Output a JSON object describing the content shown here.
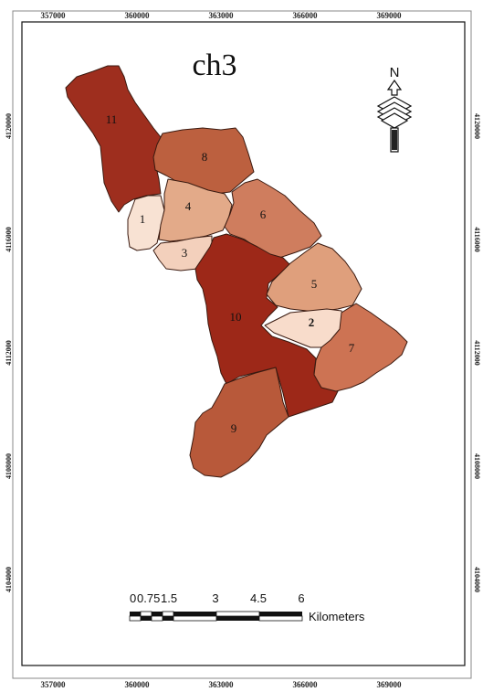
{
  "map": {
    "title": "ch3",
    "x_ticks": [
      "357000",
      "360000",
      "363000",
      "366000",
      "369000"
    ],
    "y_ticks": [
      "4120000",
      "4116000",
      "4112000",
      "4108000",
      "4104000"
    ],
    "north_label": "N",
    "scale": {
      "labels": [
        "0",
        "0.75",
        "1.5",
        "3",
        "4.5",
        "6"
      ],
      "unit": "Kilometers"
    },
    "legend_colors": {
      "class1": "#f8e2d3",
      "class2": "#f1c4a8",
      "class3": "#e2a383",
      "class4": "#d07a57",
      "class5": "#b85a3a",
      "class6": "#9e2a1a"
    },
    "subbasins": [
      {
        "id": "1",
        "color": "#f8e2d3"
      },
      {
        "id": "2",
        "color": "#f8dccb"
      },
      {
        "id": "3",
        "color": "#f3d0bc"
      },
      {
        "id": "4",
        "color": "#e3aa89"
      },
      {
        "id": "5",
        "color": "#df9f7c"
      },
      {
        "id": "6",
        "color": "#cf7d5e"
      },
      {
        "id": "7",
        "color": "#cd7353"
      },
      {
        "id": "8",
        "color": "#bc603f"
      },
      {
        "id": "9",
        "color": "#b8593a"
      },
      {
        "id": "10",
        "color": "#9d2818"
      },
      {
        "id": "11",
        "color": "#9e2e1e"
      }
    ]
  }
}
